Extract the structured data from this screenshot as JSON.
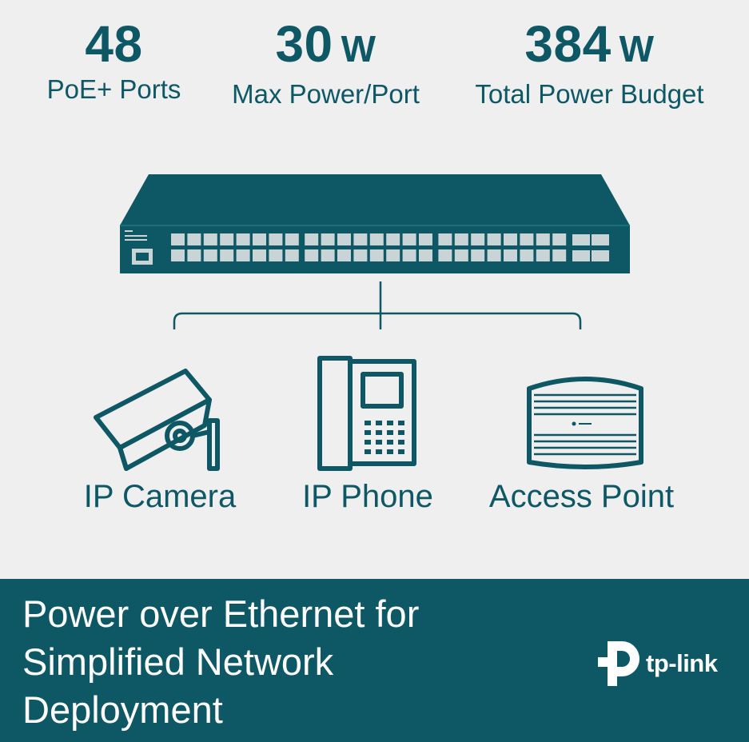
{
  "stats": [
    {
      "value": "48",
      "unit": "",
      "label": "PoE+ Ports"
    },
    {
      "value": "30",
      "unit": "W",
      "label": "Max Power/Port"
    },
    {
      "value": "384",
      "unit": "W",
      "label": "Total Power Budget"
    }
  ],
  "devices": [
    {
      "label": "IP Camera",
      "icon": "ip-camera-icon"
    },
    {
      "label": "IP Phone",
      "icon": "ip-phone-icon"
    },
    {
      "label": "Access Point",
      "icon": "access-point-icon"
    }
  ],
  "banner": {
    "headline": "Power over Ethernet for Simplified Network Deployment"
  },
  "brand": {
    "name": "tp-link"
  },
  "colors": {
    "primary": "#0e5765",
    "background": "#efefef",
    "port": "#c9d4d7"
  }
}
